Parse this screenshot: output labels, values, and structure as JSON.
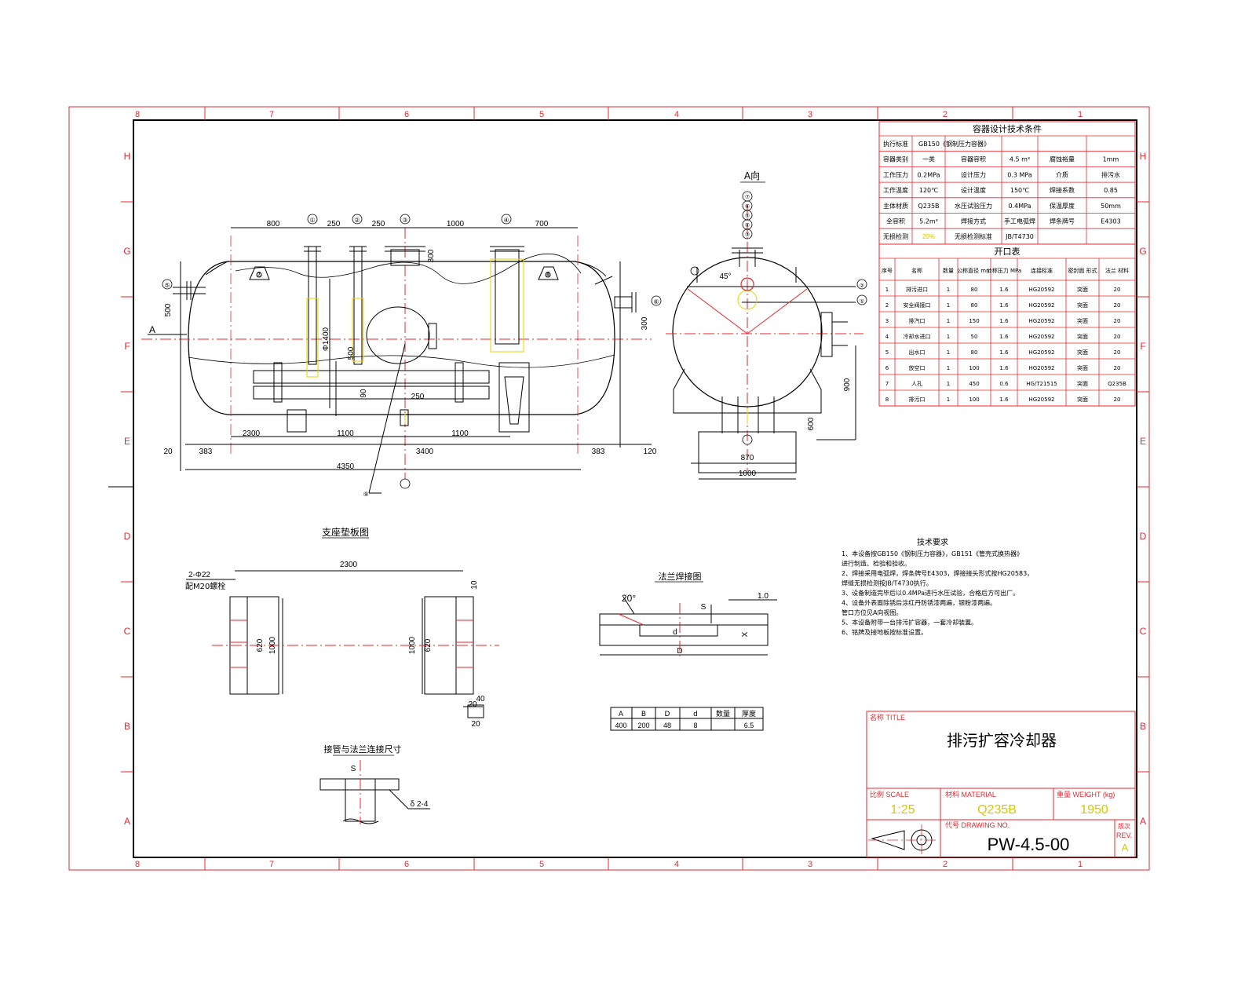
{
  "grid": {
    "columns": [
      "8",
      "7",
      "6",
      "5",
      "4",
      "3",
      "2",
      "1"
    ],
    "rows": [
      "H",
      "G",
      "F",
      "E",
      "D",
      "C",
      "B",
      "A"
    ]
  },
  "views": {
    "elevation": {
      "left_marker": "A",
      "dims_top": [
        "800",
        "250",
        "250",
        "1000",
        "700"
      ],
      "dims_bottom": [
        "20",
        "383",
        "3400",
        "383",
        "120"
      ],
      "dims_base": [
        "2300",
        "1100",
        "1100"
      ],
      "overall_length": "4350",
      "dim_labels": [
        "Φ1400",
        "500",
        "300",
        "300",
        "250",
        "500",
        "90"
      ],
      "leader_numbers": [
        "①",
        "②",
        "③",
        "④",
        "⑤",
        "⑥",
        "⑦",
        "⑧",
        "⑨"
      ]
    },
    "side_view": {
      "title": "A向",
      "angle": "45°",
      "dims": [
        "900",
        "600",
        "870",
        "1000"
      ],
      "leader_numbers": [
        "⑦",
        "⑥",
        "⑤",
        "④",
        "③",
        "②",
        "①"
      ]
    },
    "support_plate": {
      "title": "支座垫板图",
      "note_line1": "2-Φ22",
      "note_line2": "配M20螺栓",
      "dims": [
        "2300",
        "620",
        "1000",
        "1000",
        "620",
        "10",
        "20",
        "20",
        "40"
      ]
    },
    "flange_detail": {
      "title": "法兰焊接图",
      "angle": "20°",
      "dims": [
        "1.0",
        "S",
        "D",
        "X",
        "d"
      ]
    },
    "nozzle_detail": {
      "title": "接管与法兰连接尺寸",
      "dims": [
        "S",
        "δ 2-4"
      ]
    },
    "small_table": {
      "headers": [
        "A",
        "B",
        "D",
        "d",
        "数量",
        "厚度"
      ],
      "row": [
        "400",
        "200",
        "48",
        "8",
        "",
        "6.5"
      ]
    }
  },
  "design_conditions": {
    "title": "容器设计技术条件",
    "rows": [
      [
        "执行标准",
        "GB150《钢制压力容器》",
        "",
        "",
        "",
        ""
      ],
      [
        "容器类别",
        "一类",
        "容器容积",
        "4.5 m³",
        "腐蚀裕量",
        "1mm"
      ],
      [
        "工作压力",
        "0.2MPa",
        "设计压力",
        "0.3 MPa",
        "介质",
        "排污水"
      ],
      [
        "工作温度",
        "120℃",
        "设计温度",
        "150℃",
        "焊接系数",
        "0.85"
      ],
      [
        "主体材质",
        "Q235B",
        "水压试验压力",
        "0.4MPa",
        "保温厚度",
        "50mm"
      ],
      [
        "全容积",
        "5.2m³",
        "焊接方式",
        "手工电弧焊",
        "焊条牌号",
        "E4303"
      ],
      [
        "无损检测",
        "20%",
        "无损检测标准",
        "JB/T4730",
        "",
        ""
      ]
    ]
  },
  "nozzle_table": {
    "title": "开口表",
    "headers": [
      "序号",
      "名称",
      "数量",
      "公称直径 mm",
      "公称压力 MPa",
      "连接标准",
      "密封面 形式",
      "法兰 材料"
    ],
    "rows": [
      [
        "1",
        "排污进口",
        "1",
        "80",
        "1.6",
        "HG20592",
        "突面",
        "20"
      ],
      [
        "2",
        "安全阀接口",
        "1",
        "80",
        "1.6",
        "HG20592",
        "突面",
        "20"
      ],
      [
        "3",
        "排汽口",
        "1",
        "150",
        "1.6",
        "HG20592",
        "突面",
        "20"
      ],
      [
        "4",
        "冷却水进口",
        "1",
        "50",
        "1.6",
        "HG20592",
        "突面",
        "20"
      ],
      [
        "5",
        "出水口",
        "1",
        "80",
        "1.6",
        "HG20592",
        "突面",
        "20"
      ],
      [
        "6",
        "放空口",
        "1",
        "100",
        "1.6",
        "HG20592",
        "突面",
        "20"
      ],
      [
        "7",
        "人孔",
        "1",
        "450",
        "0.6",
        "HG/T21515",
        "突面",
        "Q235B"
      ],
      [
        "8",
        "排污口",
        "1",
        "100",
        "1.6",
        "HG20592",
        "突面",
        "20"
      ]
    ]
  },
  "tech_requirements": {
    "title": "技术要求",
    "lines": [
      "1、本设备按GB150《钢制压力容器》，GB151《管壳式换热器》",
      "    进行制造、检验和验收。",
      "2、焊接采用电弧焊，焊条牌号E4303，焊接接头形式按HG20583，",
      "    焊缝无损检测按JB/T4730执行。",
      "3、设备制造完毕后以0.4MPa进行水压试验，合格后方可出厂。",
      "4、设备外表面除锈后涂红丹防锈漆两遍，银粉漆两遍。",
      "    管口方位见A向视图。",
      "5、本设备附带一台排污扩容器，一套冷却装置。",
      "6、铭牌及接地板按标准设置。"
    ]
  },
  "title_block": {
    "title_label": "名称 TITLE",
    "title": "排污扩容冷却器",
    "scale_label": "比例 SCALE",
    "scale": "1:25",
    "material_label": "材料 MATERIAL",
    "material": "Q235B",
    "weight_label": "重量 WEIGHT (kg)",
    "weight": "1950",
    "drawing_no_label": "代号 DRAWING NO.",
    "drawing_no": "PW-4.5-00",
    "rev_label_cn": "版次",
    "rev_label": "REV.",
    "rev": "A"
  },
  "colors": {
    "frame": "#e8262e",
    "line": "#000000",
    "hidden": "#e8d300"
  }
}
